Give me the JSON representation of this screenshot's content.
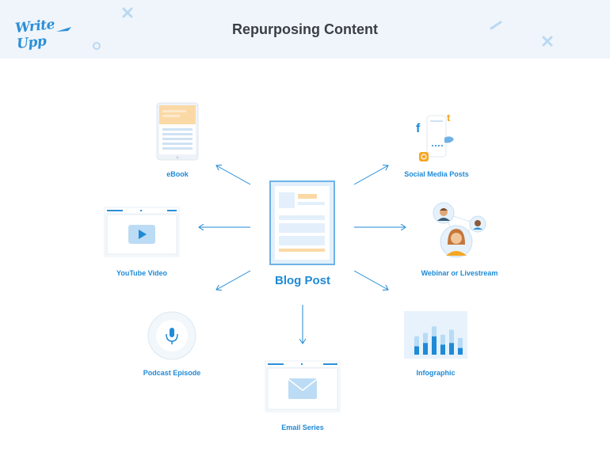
{
  "header": {
    "logo_text": "Write Upp",
    "title": "Repurposing Content"
  },
  "center": {
    "label": "Blog Post"
  },
  "outputs": {
    "ebook": "eBook",
    "social": "Social Media Posts",
    "youtube": "YouTube Video",
    "webinar": "Webinar or Livestream",
    "podcast": "Podcast Episode",
    "infographic": "Infographic",
    "email": "Email Series"
  },
  "colors": {
    "accent": "#1f8ad6",
    "accent_light": "#cfe6f8",
    "header_bg": "#f0f5fb",
    "highlight": "#fbd9a6",
    "title": "#3b3f45"
  }
}
